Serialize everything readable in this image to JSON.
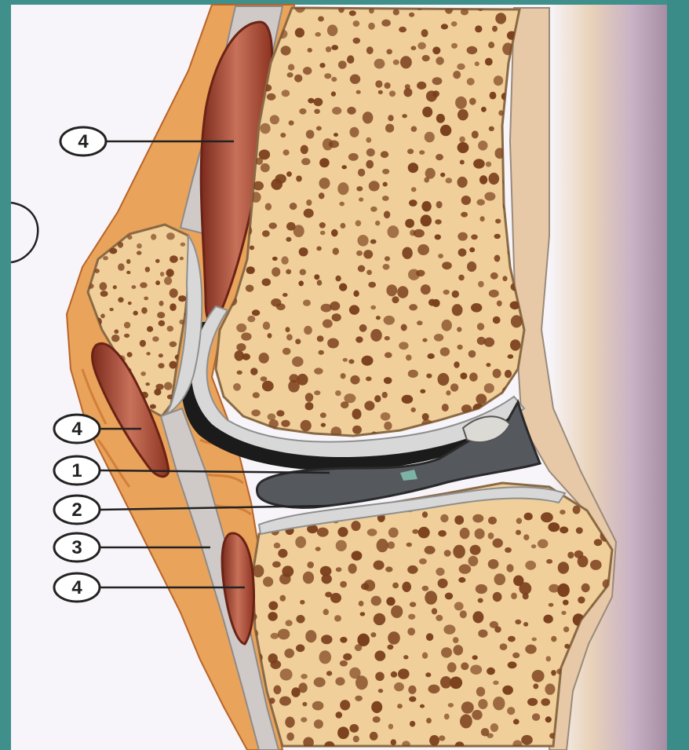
{
  "figure": {
    "colors": {
      "frame_teal": "#3f8f8b",
      "paper": "#f7f5fa",
      "bone": "#f0cf9a",
      "bone_pore": "#7a3f1c",
      "cartilage": "#d8d8d8",
      "fat": "#e9a35a",
      "bursa_fluid": "#9b3a28",
      "joint_cavity": "#1b1b1b",
      "meniscus": "#55595e",
      "skin_shadow": "#a58ea3"
    },
    "labels": [
      {
        "id": "bursa-suprapatellar",
        "text": "4"
      },
      {
        "id": "bursa-prepatellar",
        "text": "4"
      },
      {
        "id": "joint-cavity",
        "text": "1"
      },
      {
        "id": "meniscus",
        "text": "2"
      },
      {
        "id": "patellar-ligament",
        "text": "3"
      },
      {
        "id": "bursa-infrapatellar",
        "text": "4"
      }
    ]
  }
}
